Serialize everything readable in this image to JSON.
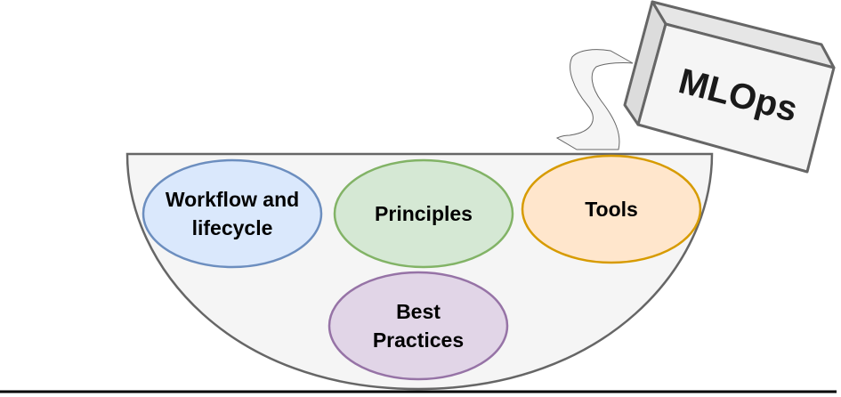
{
  "diagram": {
    "box": {
      "label": "MLOps",
      "fill": "#f5f5f5",
      "side_fill": "#dcdcdc",
      "top_fill": "#e6e6e6",
      "stroke": "#666666"
    },
    "pour_stream": {
      "fill": "#f5f5f5",
      "stroke": "#666666"
    },
    "bowl": {
      "fill": "#f5f5f5",
      "stroke": "#666666"
    },
    "ingredients": [
      {
        "id": "workflow",
        "lines": [
          "Workflow and",
          "lifecycle"
        ],
        "fill": "#dae8fc",
        "stroke": "#6c8ebf"
      },
      {
        "id": "principles",
        "lines": [
          "Principles"
        ],
        "fill": "#d5e8d4",
        "stroke": "#82b366"
      },
      {
        "id": "tools",
        "lines": [
          "Tools"
        ],
        "fill": "#ffe6cc",
        "stroke": "#d79b00"
      },
      {
        "id": "best-practices",
        "lines": [
          "Best",
          "Practices"
        ],
        "fill": "#e1d5e7",
        "stroke": "#9673a6"
      }
    ],
    "ground_line": {
      "stroke": "#000000"
    }
  }
}
